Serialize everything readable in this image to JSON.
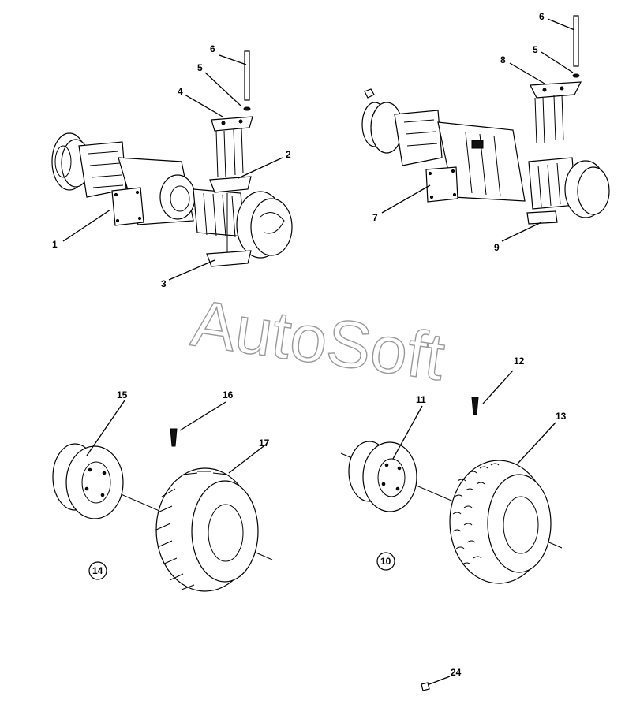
{
  "watermark": "AutoSoft",
  "callouts": {
    "c1": "1",
    "c2": "2",
    "c3": "3",
    "c4": "4",
    "c5": "5",
    "c6": "6",
    "c7": "7",
    "c8": "8",
    "c9": "9",
    "c5b": "5",
    "c6b": "6",
    "c11": "11",
    "c12": "12",
    "c13": "13",
    "c15": "15",
    "c16": "16",
    "c17": "17",
    "c24": "24"
  },
  "circled_refs": {
    "r14": "14",
    "r10": "10"
  }
}
